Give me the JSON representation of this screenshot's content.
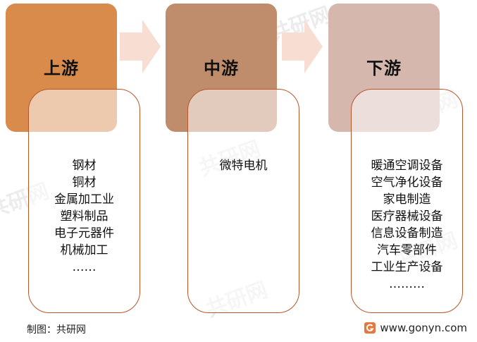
{
  "colors": {
    "upstream": "#d88b4a",
    "midstream": "#bf8d6b",
    "downstream": "#d6b7ad",
    "arrow": "#f7ddd2",
    "border": "#b8562a"
  },
  "columns": [
    {
      "title": "上游",
      "items": [
        "钢材",
        "铜材",
        "金属加工业",
        "塑料制品",
        "电子元器件",
        "机械加工",
        "……"
      ]
    },
    {
      "title": "中游",
      "items": [
        "微特电机"
      ]
    },
    {
      "title": "下游",
      "items": [
        "暖通空调设备",
        "空气净化设备",
        "家电制造",
        "医疗器械设备",
        "信息设备制造",
        "汽车零部件",
        "工业生产设备",
        "………"
      ]
    }
  ],
  "footer": {
    "source": "制图：共研网",
    "website": "www.gonyn.com"
  },
  "watermark": "共研网"
}
